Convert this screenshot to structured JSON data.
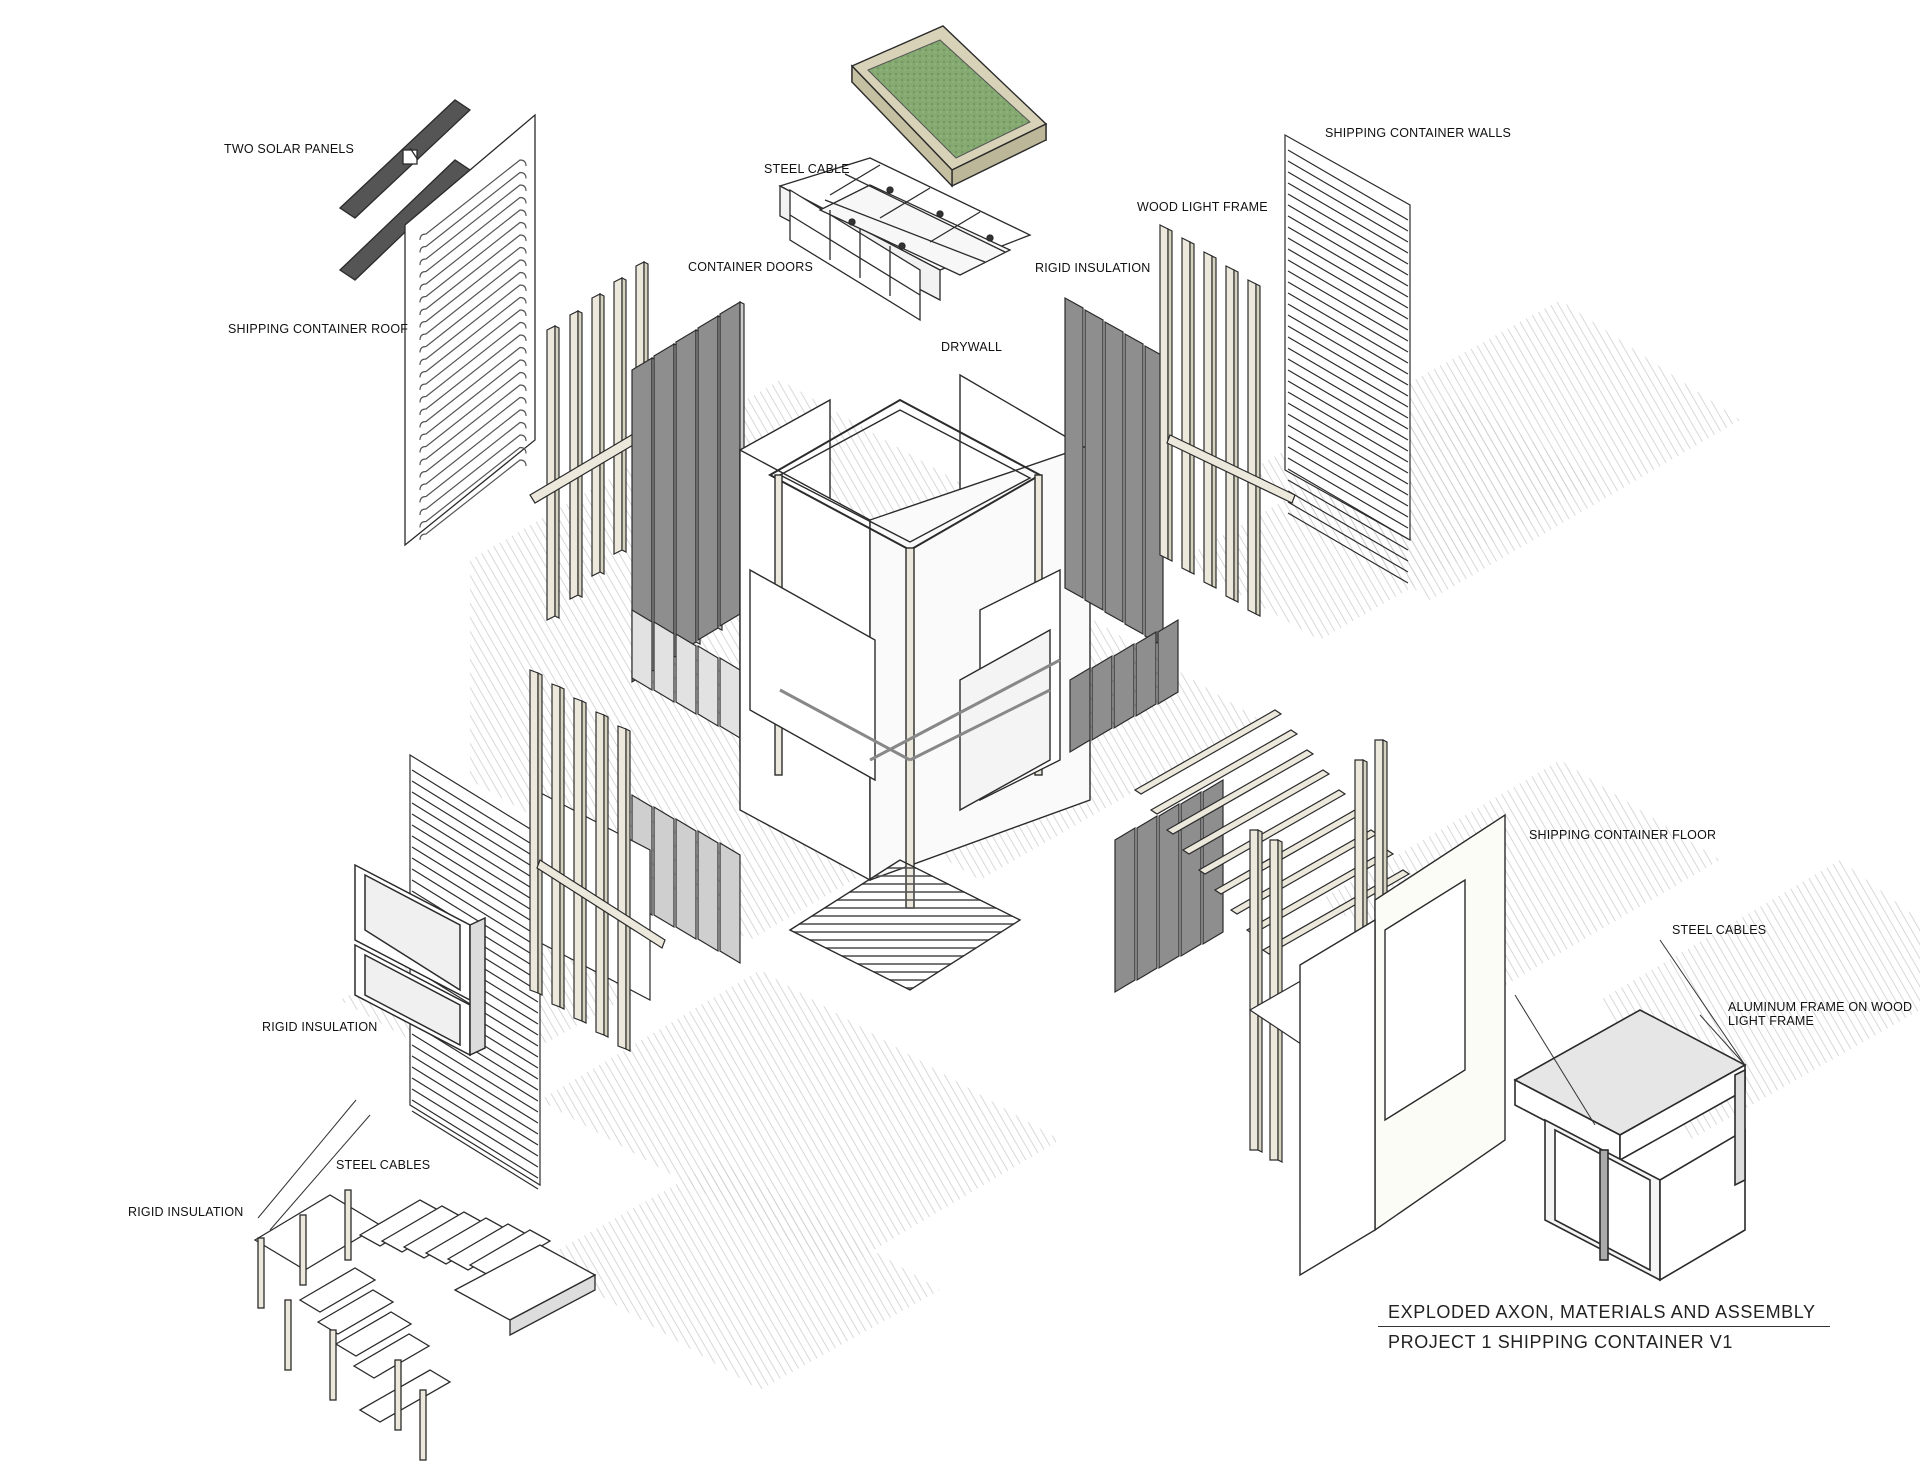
{
  "labels": {
    "two_solar_panels": "TWO SOLAR PANELS",
    "shipping_container_roof": "SHIPPING CONTAINER ROOF",
    "steel_cable": "STEEL CABLE",
    "container_doors": "CONTAINER DOORS",
    "rigid_insulation_top": "RIGID INSULATION",
    "drywall": "DRYWALL",
    "wood_light_frame": "WOOD LIGHT FRAME",
    "shipping_container_walls": "SHIPPING CONTAINER WALLS",
    "shipping_container_floor": "SHIPPING CONTAINER FLOOR",
    "steel_cables_right": "STEEL CABLES",
    "aluminum_frame": "ALUMINUM FRAME ON WOOD LIGHT FRAME",
    "rigid_insulation_left": "RIGID INSULATION",
    "steel_cables_left": "STEEL CABLES",
    "rigid_insulation_bottom": "RIGID INSULATION"
  },
  "title_block": {
    "line1": "EXPLODED AXON, MATERIALS AND ASSEMBLY",
    "line2": "PROJECT 1 SHIPPING CONTAINER V1"
  },
  "colors": {
    "line": "#2b2b2b",
    "shadow": "#c9c9c9",
    "wood": "#ece9dc",
    "insulation": "#8e8e8e",
    "green_roof": "#7fa56a",
    "green_roof_frame": "#d8d3b8",
    "panel": "#ffffff",
    "glass": "#e8ecec"
  }
}
